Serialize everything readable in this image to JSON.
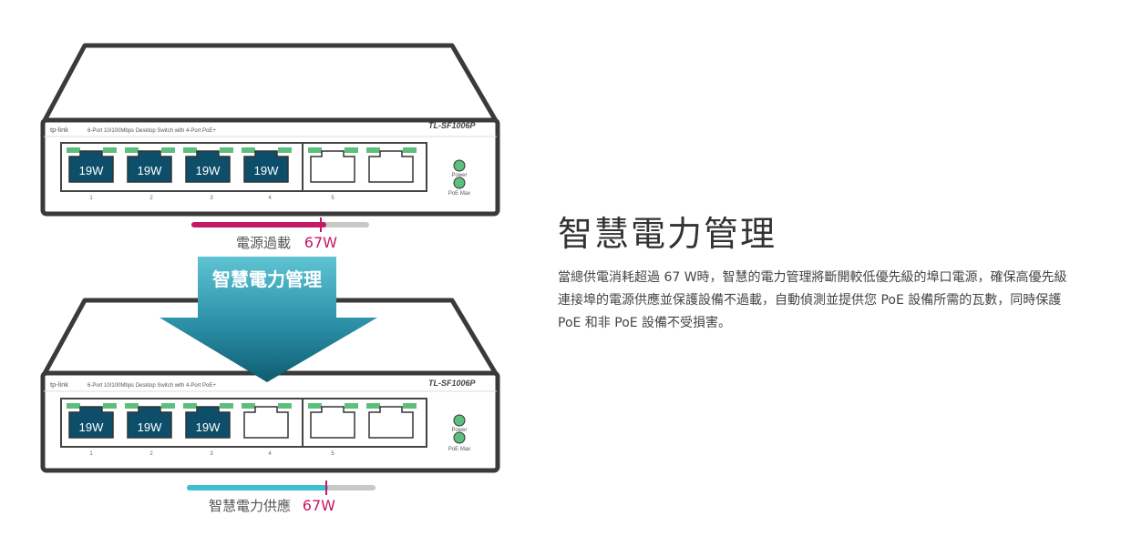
{
  "switch": {
    "brand": "tp-link",
    "description": "6-Port 10/100Mbps Desktop Switch with 4-Port PoE+",
    "model": "TL-SF1006P",
    "power_label": "Power",
    "poe_max_label": "PoE Max",
    "port_numbers": [
      "1",
      "2",
      "3",
      "4",
      "5"
    ]
  },
  "top_switch": {
    "port_watts": [
      "19W",
      "19W",
      "19W",
      "19W"
    ],
    "status_label": "電源過載",
    "status_watt": "67W"
  },
  "arrow_label": "智慧電力管理",
  "bottom_switch": {
    "port_watts": [
      "19W",
      "19W",
      "19W"
    ],
    "status_label": "智慧電力供應",
    "status_watt": "67W"
  },
  "content": {
    "title": "智慧電力管理",
    "body": "當總供電消耗超過 67 W時，智慧的電力管理將斷開較低優先級的埠口電源，確保高優先級連接埠的電源供應並保護設備不過載，自動偵測並提供您 PoE 設備所需的瓦數，同時保護 PoE 和非 PoE 設備不受損害。"
  },
  "colors": {
    "port_fill": "#0d4f6b",
    "led_green": "#5cc07c",
    "overload_bar": "#c41a66",
    "supply_bar": "#3cc0d0",
    "arrow_top": "#4fb8c9",
    "arrow_bottom": "#0f5e72"
  }
}
